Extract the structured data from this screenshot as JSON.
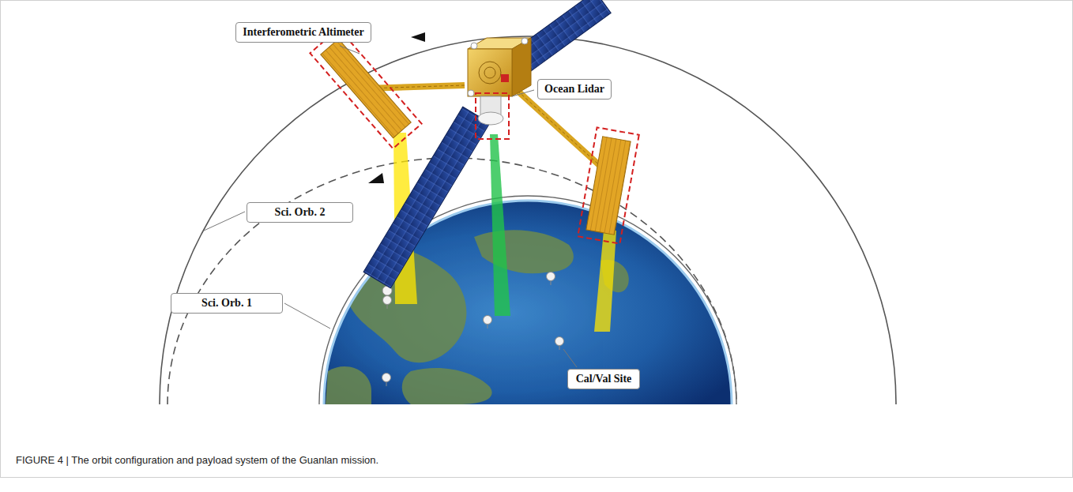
{
  "diagram": {
    "caption": "FIGURE 4 | The orbit configuration and payload system of the Guanlan mission.",
    "nodes": [
      {
        "text": [
          "Interferometric Altimeter"
        ]
      },
      {
        "text": [
          "Ocean Lidar"
        ]
      },
      {
        "text": [
          "Sci. Orb. 2"
        ]
      },
      {
        "text": [
          "Sci. Orb. 1"
        ]
      },
      {
        "text": [
          "Cal/Val Site"
        ]
      }
    ]
  }
}
